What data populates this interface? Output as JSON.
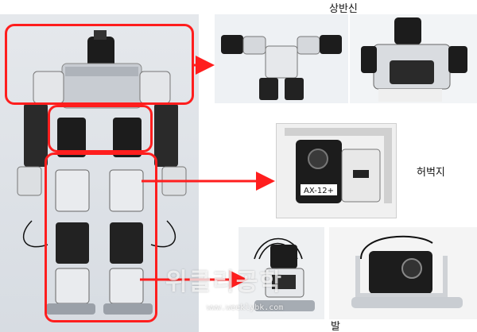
{
  "labels": {
    "upper_body": "상반신",
    "hip": "허벅지",
    "foot": "발"
  },
  "servo_label": "AX-12+",
  "watermark": {
    "text": "위클리공학",
    "url": "www.weeklybk.com"
  },
  "colors": {
    "highlight": "#ff1e1e",
    "servo_black": "#1c1c1c",
    "servo_gray": "#b8bcc2",
    "frame_white": "#f3f3f3"
  }
}
